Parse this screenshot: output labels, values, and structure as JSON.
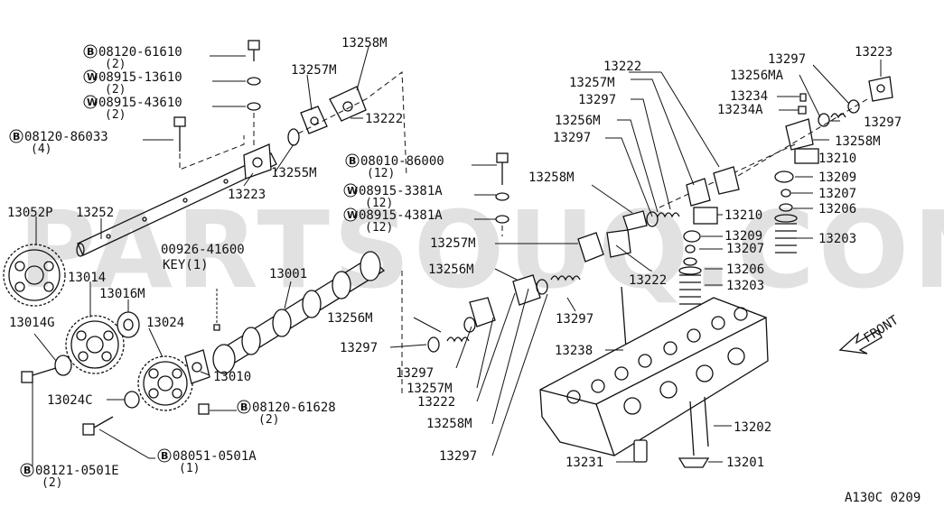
{
  "watermark": "PARTSOUQ.COM",
  "figure_code": "A130C 0209",
  "front_label": "FRONT",
  "callouts": [
    {
      "id": "c1",
      "prefix": "B",
      "code": "08120-61610",
      "qty": "(2)"
    },
    {
      "id": "c2",
      "prefix": "W",
      "code": "08915-13610",
      "qty": "(2)"
    },
    {
      "id": "c3",
      "prefix": "W",
      "code": "08915-43610",
      "qty": "(2)"
    },
    {
      "id": "c4",
      "prefix": "B",
      "code": "08120-86033",
      "qty": "(4)"
    },
    {
      "id": "c5",
      "prefix": "B",
      "code": "08010-86000",
      "qty": "(12)"
    },
    {
      "id": "c6",
      "prefix": "W",
      "code": "08915-3381A",
      "qty": "(12)"
    },
    {
      "id": "c7",
      "prefix": "W",
      "code": "08915-4381A",
      "qty": "(12)"
    },
    {
      "id": "c8",
      "prefix": "B",
      "code": "08120-61628",
      "qty": "(2)"
    },
    {
      "id": "c9",
      "prefix": "B",
      "code": "08051-0501A",
      "qty": "(1)"
    },
    {
      "id": "c10",
      "prefix": "B",
      "code": "08121-0501E",
      "qty": "(2)"
    }
  ],
  "key_part": {
    "code": "00926-41600",
    "label": "KEY(1)"
  },
  "part_labels": [
    "13258M",
    "13257M",
    "13222",
    "13255M",
    "13223",
    "13052P",
    "13252",
    "13014",
    "13016M",
    "13014G",
    "13024",
    "13001",
    "13010",
    "13024C",
    "13256M",
    "13297",
    "13297",
    "13257M",
    "13222",
    "13258M",
    "13297",
    "13258M",
    "13257M",
    "13256M",
    "13222",
    "13297",
    "13238",
    "13231",
    "13222",
    "13257M",
    "13297",
    "13256M",
    "13297",
    "13297",
    "13223",
    "13256MA",
    "13234",
    "13234A",
    "13297",
    "13258M",
    "13210",
    "13209",
    "13207",
    "13206",
    "13203",
    "13210",
    "13209",
    "13207",
    "13206",
    "13203",
    "13202",
    "13201"
  ]
}
